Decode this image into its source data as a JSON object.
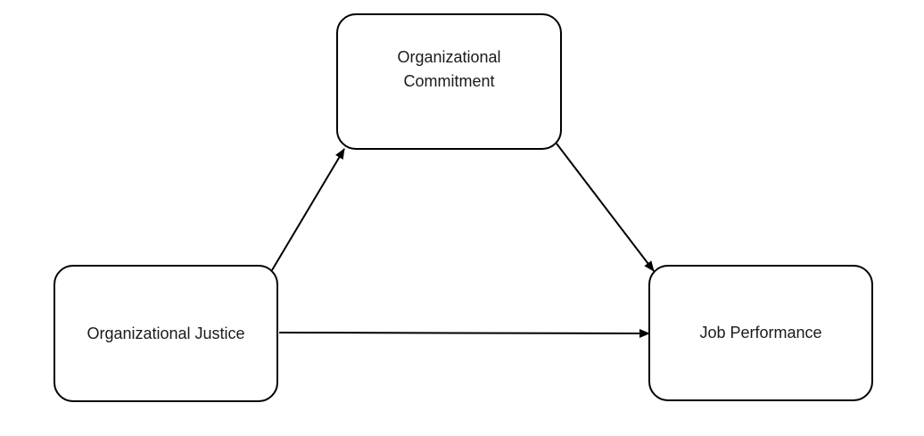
{
  "diagram": {
    "nodes": {
      "commitment": {
        "label": "Organizational Commitment"
      },
      "justice": {
        "label": "Organizational Justice"
      },
      "performance": {
        "label": "Job Performance"
      }
    },
    "edges": [
      {
        "from": "Organizational Justice",
        "to": "Organizational Commitment"
      },
      {
        "from": "Organizational Commitment",
        "to": "Job Performance"
      },
      {
        "from": "Organizational Justice",
        "to": "Job Performance"
      }
    ],
    "colors": {
      "stroke": "#000000",
      "background": "#ffffff",
      "text": "#1a1a1a"
    }
  }
}
